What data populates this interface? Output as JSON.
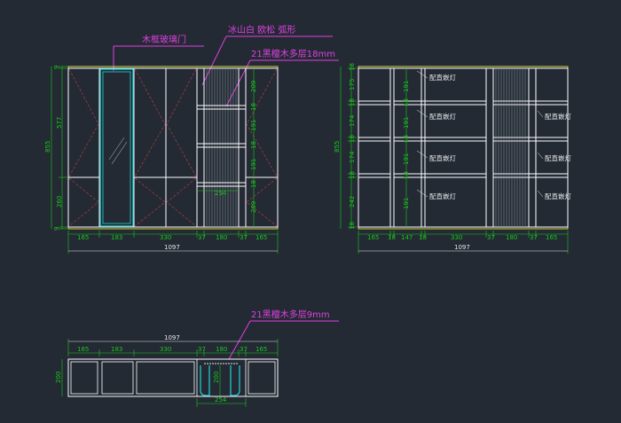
{
  "colors": {
    "background": "#232a34",
    "frame": "#ffffff",
    "outline_yellow": "#d6d63a",
    "glass_cyan": "#22d3d3",
    "dimension_green": "#19c819",
    "annotation_magenta": "#e040e0",
    "dashed_red": "#c84040",
    "grey_hatch": "#9aa0a8"
  },
  "annotations": {
    "wood_glass_door": "木框玻璃门",
    "ice_mountain": "冰山白  欧松  弧形",
    "board_18": "21黑檀木多层18mm",
    "board_9": "21黑檀木多层9mm"
  },
  "front_elevation": {
    "widths": [
      "165",
      "183",
      "330",
      "37",
      "180",
      "37",
      "165"
    ],
    "total": "1097",
    "left_heights": [
      "9",
      "577",
      "260",
      "9"
    ],
    "total_height": "855",
    "right_heights": [
      "209",
      "18",
      "191",
      "18",
      "191",
      "18",
      "209"
    ],
    "inner_width": "254"
  },
  "interior_elevation": {
    "widths": [
      "165",
      "18",
      "147",
      "18",
      "330",
      "37",
      "180",
      "37",
      "165"
    ],
    "total": "1097",
    "left_heights": [
      "18",
      "175",
      "18",
      "174",
      "18",
      "174",
      "18",
      "242",
      "18"
    ],
    "total_height": "855",
    "inner_heights": [
      "191",
      "18",
      "191",
      "18",
      "191",
      "18",
      "191"
    ],
    "lamp_label": "配直嵌灯"
  },
  "plan_view": {
    "widths": [
      "165",
      "183",
      "330",
      "37",
      "180",
      "37",
      "165"
    ],
    "total": "1097",
    "depth": "200",
    "inner_depth": "200",
    "bottom_width": "254"
  }
}
